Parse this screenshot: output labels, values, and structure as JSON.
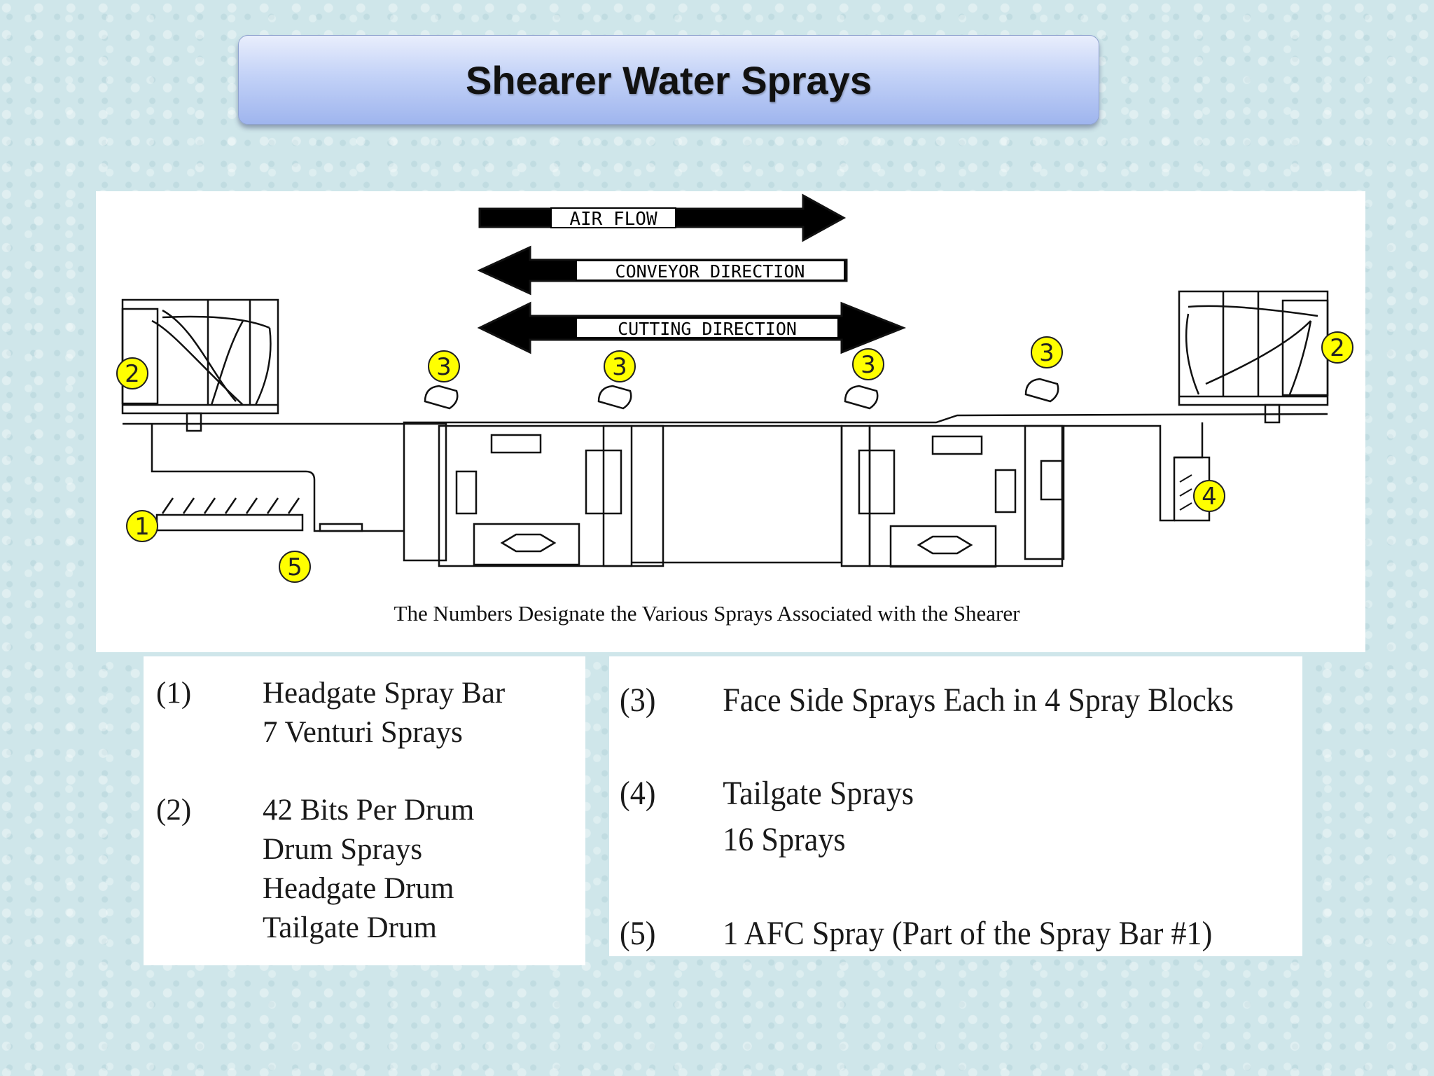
{
  "title": "Shearer Water Sprays",
  "diagram": {
    "arrows": {
      "air_flow": "AIR FLOW",
      "conveyor_direction": "CONVEYOR DIRECTION",
      "cutting_direction": "CUTTING DIRECTION"
    },
    "markers": [
      "1",
      "2",
      "2",
      "3",
      "3",
      "3",
      "3",
      "4",
      "5"
    ],
    "caption": "The Numbers Designate the Various Sprays Associated with the Shearer"
  },
  "legend_left": [
    {
      "num": "(1)",
      "lines": [
        "Headgate Spray Bar",
        "7 Venturi Sprays"
      ]
    },
    {
      "num": "(2)",
      "lines": [
        "42 Bits Per Drum",
        "Drum Sprays",
        "Headgate Drum",
        "Tailgate Drum"
      ]
    }
  ],
  "legend_right": [
    {
      "num": "(3)",
      "lines": [
        "Face Side Sprays Each in 4 Spray Blocks"
      ]
    },
    {
      "num": "(4)",
      "lines": [
        "Tailgate Sprays",
        "16 Sprays"
      ]
    },
    {
      "num": "(5)",
      "lines": [
        "1 AFC Spray (Part of the Spray Bar #1)"
      ]
    }
  ],
  "colors": {
    "marker_fill": "#ffff00",
    "title_gradient_bottom": "#9fb5ee"
  }
}
